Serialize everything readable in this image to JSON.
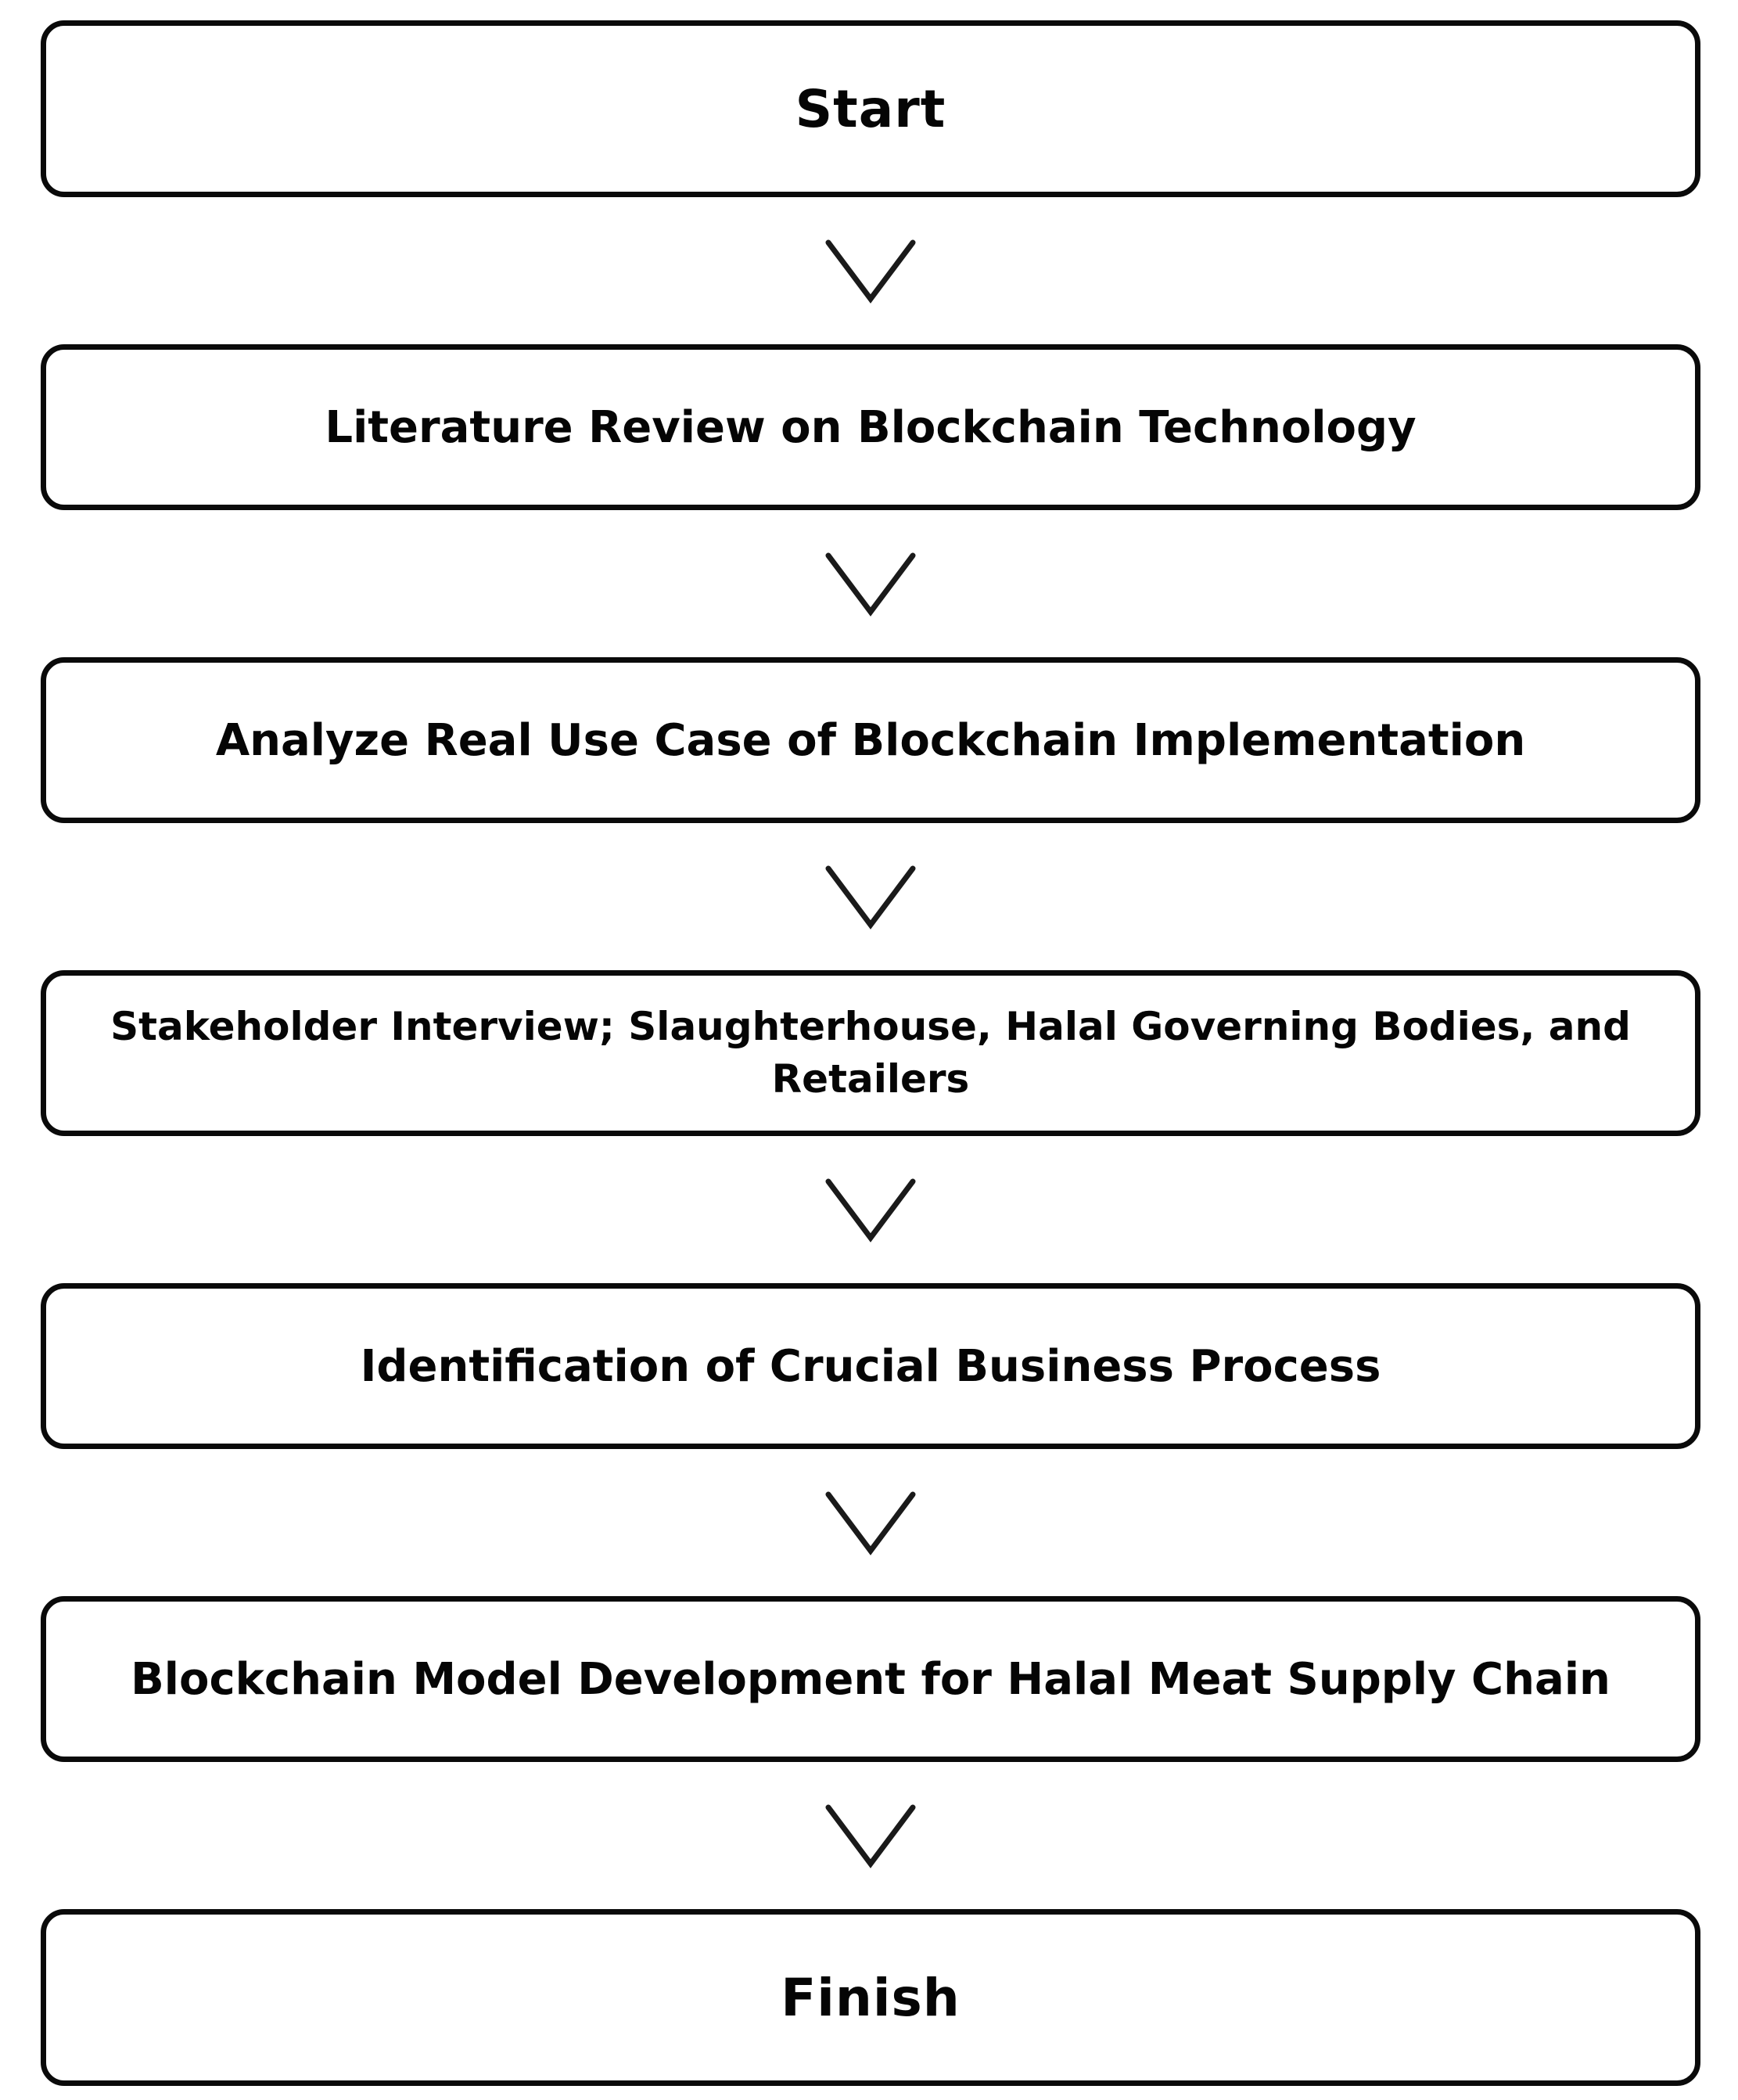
{
  "flowchart": {
    "type": "flowchart",
    "direction": "top-to-bottom",
    "colors": {
      "node_border": "#0a0a0a",
      "node_fill": "#ffffff",
      "text": "#050505",
      "arrow": "#1a1a1a"
    },
    "nodes": [
      {
        "id": "start",
        "type": "terminal",
        "label": "Start"
      },
      {
        "id": "literature-review",
        "type": "process",
        "label": "Literature Review on Blockchain Technology"
      },
      {
        "id": "analyze-use-case",
        "type": "process",
        "label": "Analyze Real Use Case of Blockchain Implementation"
      },
      {
        "id": "stakeholder-interview",
        "type": "process",
        "label": "Stakeholder Interview; Slaughterhouse, Halal Governing Bodies, and Retailers"
      },
      {
        "id": "identify-business-process",
        "type": "process",
        "label": "Identification of Crucial Business Process"
      },
      {
        "id": "blockchain-model-development",
        "type": "process",
        "label": "Blockchain Model Development for Halal Meat Supply Chain"
      },
      {
        "id": "finish",
        "type": "terminal",
        "label": "Finish"
      }
    ],
    "connectors": [
      {
        "from": "start",
        "to": "literature-review",
        "style": "chevron-down"
      },
      {
        "from": "literature-review",
        "to": "analyze-use-case",
        "style": "chevron-down"
      },
      {
        "from": "analyze-use-case",
        "to": "stakeholder-interview",
        "style": "chevron-down"
      },
      {
        "from": "stakeholder-interview",
        "to": "identify-business-process",
        "style": "chevron-down"
      },
      {
        "from": "identify-business-process",
        "to": "blockchain-model-development",
        "style": "chevron-down"
      },
      {
        "from": "blockchain-model-development",
        "to": "finish",
        "style": "chevron-down"
      }
    ]
  }
}
